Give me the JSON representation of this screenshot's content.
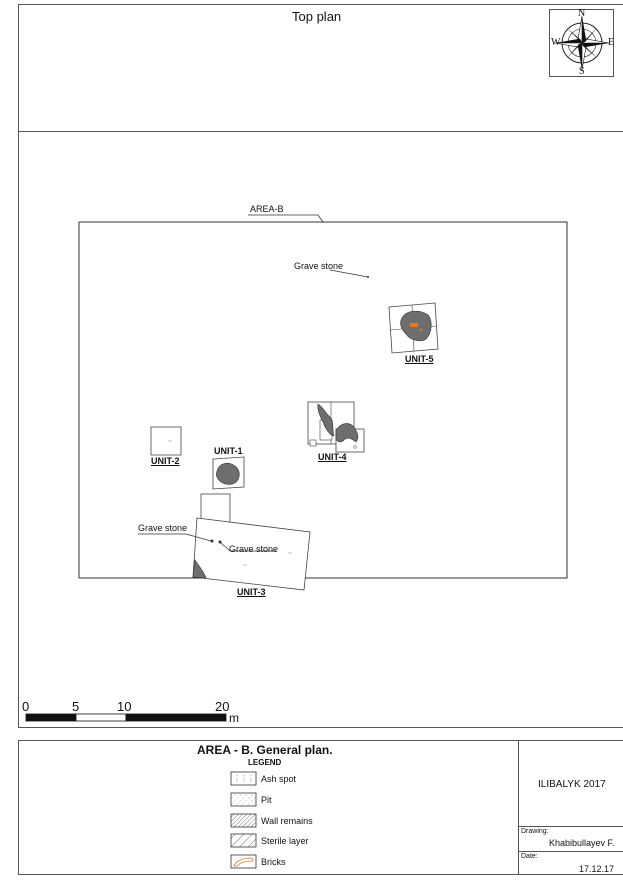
{
  "header": {
    "title": "Top plan",
    "compass": {
      "north": "N",
      "south": "S",
      "east": "E",
      "west": "W"
    }
  },
  "plan": {
    "area_label": "AREA-B",
    "grave_stone_1": "Grave stone",
    "grave_stone_2": "Grave stone",
    "grave_stone_3": "Grave stone",
    "units": {
      "unit1": "UNIT-1",
      "unit2": "UNIT-2",
      "unit3": "UNIT-3",
      "unit4": "UNIT-4",
      "unit5": "UNIT-5"
    },
    "scale_bar": {
      "ticks": [
        "0",
        "5",
        "10",
        "20"
      ],
      "unit": "m"
    }
  },
  "footer": {
    "title": "AREA - B. General plan.",
    "legend_heading": "LEGEND",
    "legend": [
      {
        "label": "Ash spot",
        "icon": "ash-spot-swatch"
      },
      {
        "label": "Pit",
        "icon": "pit-swatch"
      },
      {
        "label": "Wall remains",
        "icon": "wall-remains-swatch"
      },
      {
        "label": "Sterile layer",
        "icon": "sterile-layer-swatch"
      },
      {
        "label": "Bricks",
        "icon": "bricks-swatch"
      }
    ],
    "project": "ILIBALYK 2017",
    "drawing_label": "Drawing:",
    "drawing_value": "Khabibullayev F.",
    "date_label": "Date:",
    "date_value": "17.12.17"
  },
  "colors": {
    "feature_fill": "#6e6e6e",
    "brick_orange": "#e07b2e",
    "outline": "#333333"
  }
}
